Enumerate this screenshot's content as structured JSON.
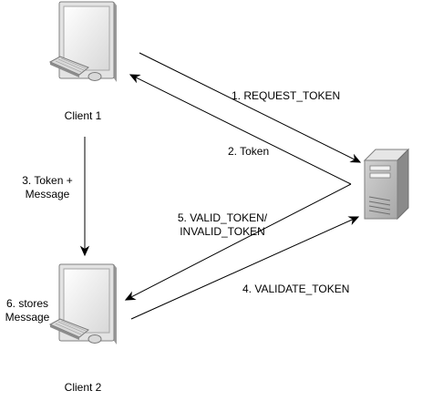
{
  "nodes": {
    "client1": {
      "label": "Client 1",
      "icon": "desktop-computer-icon"
    },
    "client2": {
      "label": "Client 2",
      "icon": "desktop-computer-icon"
    },
    "server": {
      "icon": "server-tower-icon"
    }
  },
  "edges": {
    "request_token": {
      "label": "1. REQUEST_TOKEN"
    },
    "token": {
      "label": "2. Token"
    },
    "token_message": {
      "line1": "3. Token +",
      "line2": "Message"
    },
    "validate_token": {
      "label": "4. VALIDATE_TOKEN"
    },
    "valid_invalid_token": {
      "line1": "5. VALID_TOKEN/",
      "line2": "INVALID_TOKEN"
    },
    "stores_message": {
      "line1": "6. stores",
      "line2": "Message"
    }
  },
  "colors": {
    "line": "#000000",
    "monitor_face": "#ececec",
    "monitor_edge": "#7f7f7f",
    "server_body": "#bfbfbf"
  }
}
